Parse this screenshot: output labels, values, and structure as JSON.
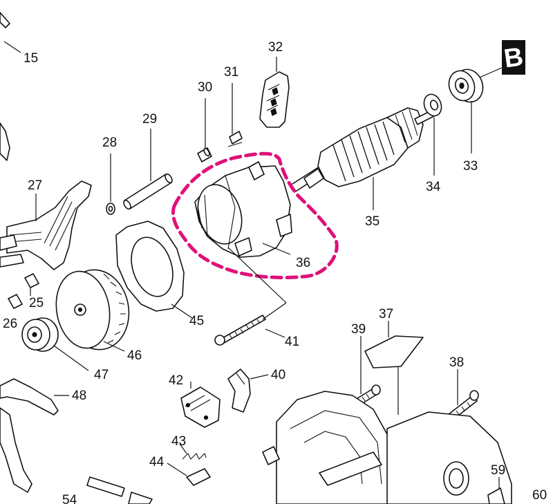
{
  "diagram": {
    "type": "exploded parts view",
    "highlight_color": "#e0107a",
    "highlighted_part": "36",
    "section_marker": "B",
    "labels": {
      "p15": "15",
      "p25": "25",
      "p26": "26",
      "p27": "27",
      "p28": "28",
      "p29": "29",
      "p30": "30",
      "p31": "31",
      "p32": "32",
      "p33": "33",
      "p34": "34",
      "p35": "35",
      "p36": "36",
      "p37": "37",
      "p38": "38",
      "p39": "39",
      "p40": "40",
      "p41": "41",
      "p42": "42",
      "p43": "43",
      "p44": "44",
      "p45": "45",
      "p46": "46",
      "p47": "47",
      "p48": "48",
      "p54": "54",
      "p59": "59",
      "p60": "60"
    }
  }
}
